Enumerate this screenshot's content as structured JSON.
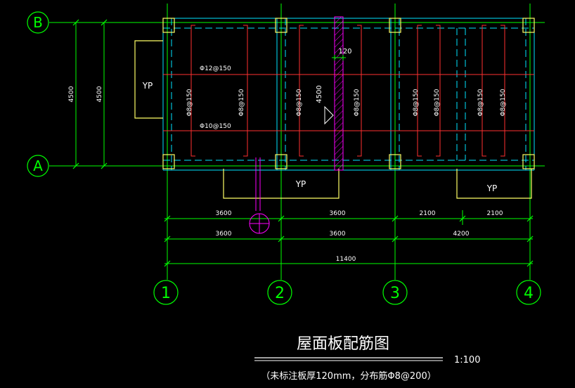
{
  "axes": {
    "rows": [
      "B",
      "A"
    ],
    "columns": [
      "1",
      "2",
      "3",
      "4"
    ]
  },
  "dims": {
    "left_outer": "4500",
    "left_inner": "4500",
    "mid_span": "4500",
    "wall_thickness": "120",
    "row1": [
      "3600",
      "3600",
      "2100",
      "2100"
    ],
    "row2": [
      "3600",
      "3600",
      "4200"
    ],
    "total": "11400"
  },
  "rebar": {
    "top_label": "Φ12@150",
    "bottom_label": "Φ10@150",
    "vertical": [
      "Φ8@150",
      "Φ8@150",
      "Φ8@150",
      "Φ8@150",
      "Φ8@150",
      "Φ8@150",
      "Φ8@150",
      "Φ8@150"
    ]
  },
  "yp": [
    "YP",
    "YP",
    "YP"
  ],
  "title": "屋面板配筋图",
  "scale": "1:100",
  "note": "（未标注板厚120mm，分布筋Φ8@200）",
  "colors": {
    "bg": "#000000",
    "axis": "#00ff00",
    "beam": "#00ffff",
    "rebar": "#ff3030",
    "wall": "#ff00ff",
    "column": "#ffff66",
    "text": "#ffffff"
  }
}
